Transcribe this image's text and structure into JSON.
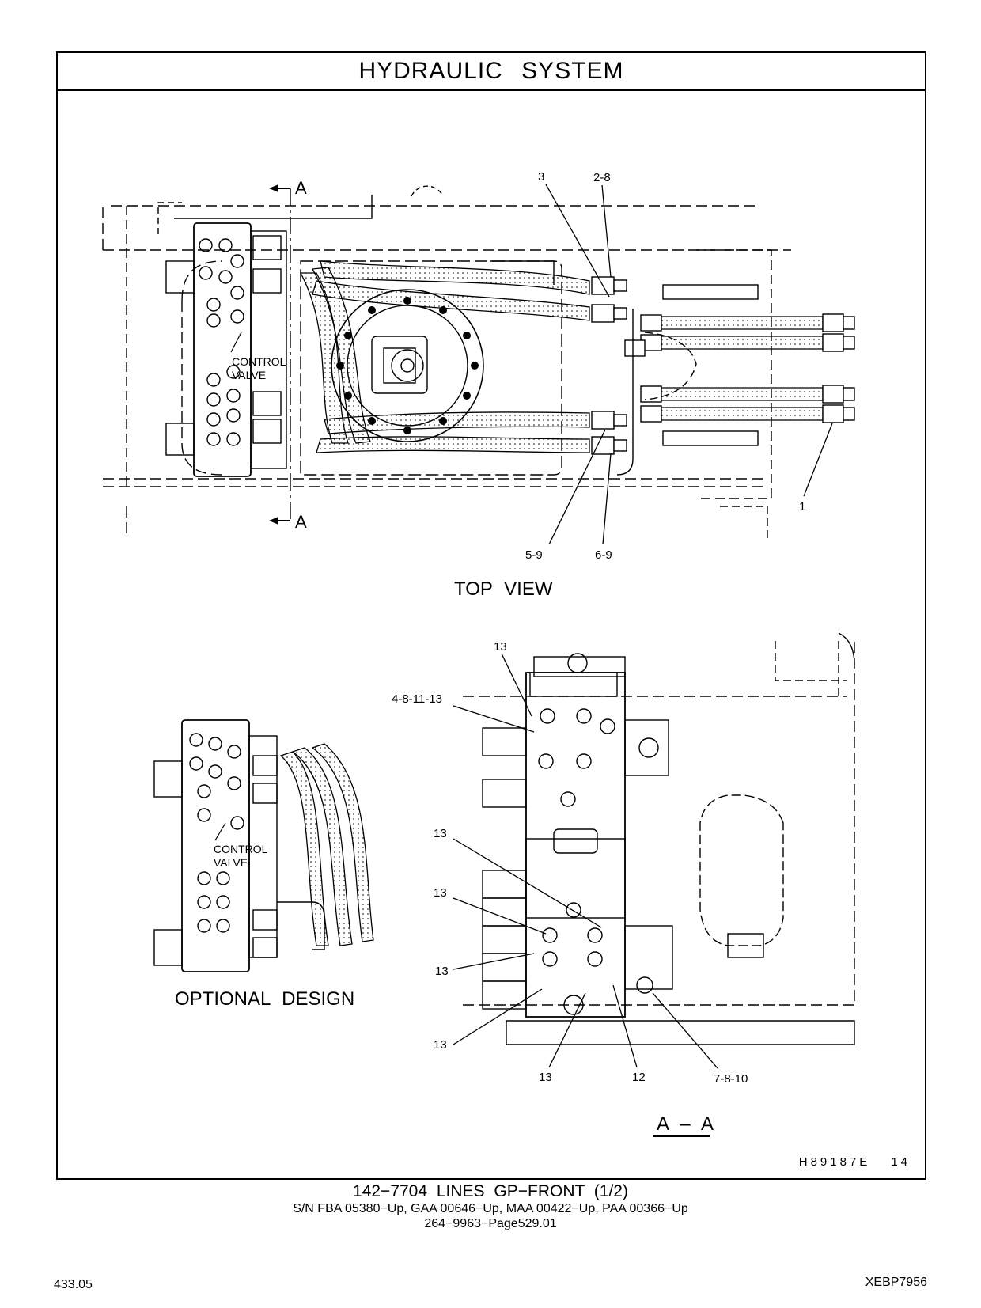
{
  "header": {
    "title": "HYDRAULIC   SYSTEM"
  },
  "top_view": {
    "label": "TOP  VIEW",
    "section_marker": "A",
    "control_valve_line1": "CONTROL",
    "control_valve_line2": "VALVE",
    "callouts": [
      "3",
      "2-8",
      "1",
      "5-9",
      "6-9"
    ]
  },
  "optional_design": {
    "label": "OPTIONAL  DESIGN",
    "control_valve_line1": "CONTROL",
    "control_valve_line2": "VALVE"
  },
  "section_view": {
    "label": "A – A",
    "callouts": [
      "13",
      "4-8-11-13",
      "13",
      "13",
      "13",
      "13",
      "13",
      "12",
      "7-8-10"
    ]
  },
  "illustration": {
    "code": "H89187E",
    "number": "14"
  },
  "captions": {
    "line1": "142−7704   LINES  GP−FRONT (1/2)",
    "line2": "S/N FBA 05380−Up, GAA 00646−Up, MAA 00422−Up, PAA 00366−Up",
    "line3": "264−9963−Page529.01"
  },
  "footer": {
    "left": "433.05",
    "right": "XEBP7956"
  }
}
